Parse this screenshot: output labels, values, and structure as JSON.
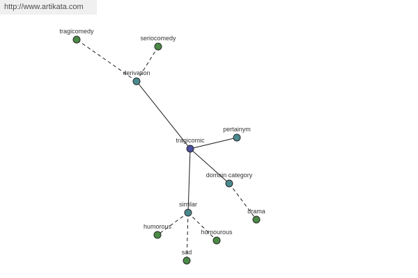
{
  "watermark": "http://www.artikata.com",
  "colors": {
    "root": "#4a4fa0",
    "relation": "#4a8a8e",
    "word": "#4a8a45"
  },
  "nodes": [
    {
      "id": "tragicomic",
      "label": "tragicomic",
      "kind": "root"
    },
    {
      "id": "derivation",
      "label": "derivation",
      "kind": "relation"
    },
    {
      "id": "pertainym",
      "label": "pertainym",
      "kind": "relation"
    },
    {
      "id": "domain_category",
      "label": "domain category",
      "kind": "relation"
    },
    {
      "id": "similar",
      "label": "similar",
      "kind": "relation"
    },
    {
      "id": "tragicomedy",
      "label": "tragicomedy",
      "kind": "word"
    },
    {
      "id": "seriocomedy",
      "label": "seriocomedy",
      "kind": "word"
    },
    {
      "id": "drama",
      "label": "drama",
      "kind": "word"
    },
    {
      "id": "humorous",
      "label": "humorous",
      "kind": "word"
    },
    {
      "id": "humourous",
      "label": "humourous",
      "kind": "word"
    },
    {
      "id": "sad",
      "label": "sad",
      "kind": "word"
    }
  ],
  "edges": [
    {
      "from": "tragicomic",
      "to": "derivation",
      "style": "solid"
    },
    {
      "from": "tragicomic",
      "to": "pertainym",
      "style": "solid"
    },
    {
      "from": "tragicomic",
      "to": "domain_category",
      "style": "solid"
    },
    {
      "from": "tragicomic",
      "to": "similar",
      "style": "solid"
    },
    {
      "from": "derivation",
      "to": "tragicomedy",
      "style": "dashed"
    },
    {
      "from": "derivation",
      "to": "seriocomedy",
      "style": "dashed"
    },
    {
      "from": "domain_category",
      "to": "drama",
      "style": "dashed"
    },
    {
      "from": "similar",
      "to": "humorous",
      "style": "dashed"
    },
    {
      "from": "similar",
      "to": "humourous",
      "style": "dashed"
    },
    {
      "from": "similar",
      "to": "sad",
      "style": "dashed"
    }
  ]
}
